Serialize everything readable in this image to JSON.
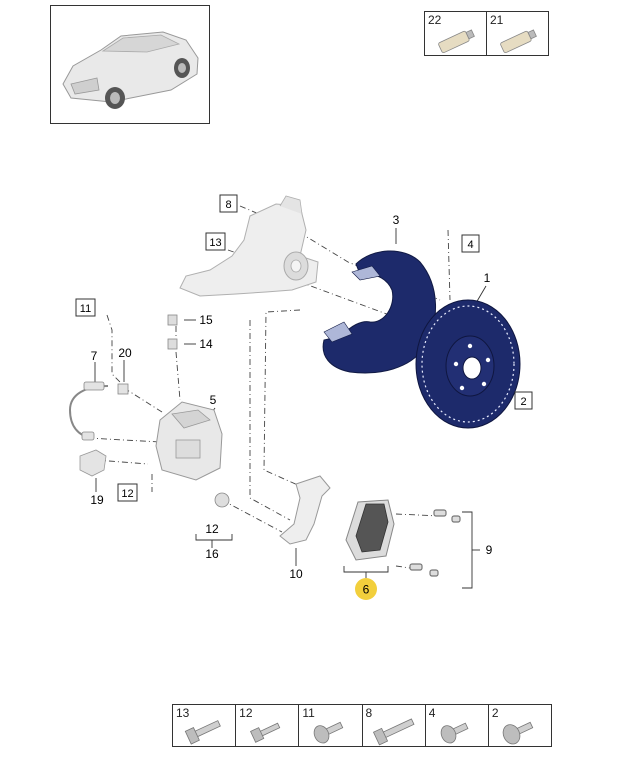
{
  "callouts": {
    "c1": "1",
    "c2": "2",
    "c3": "3",
    "c4": "4",
    "c5": "5",
    "c6": "6",
    "c7": "7",
    "c8": "8",
    "c9": "9",
    "c10": "10",
    "c11": "11",
    "c12a": "12",
    "c12b": "12",
    "c13": "13",
    "c14": "14",
    "c15": "15",
    "c16": "16",
    "c19": "19",
    "c20": "20"
  },
  "tubes": [
    {
      "num": "22"
    },
    {
      "num": "21"
    }
  ],
  "bolts": [
    {
      "num": "13"
    },
    {
      "num": "12"
    },
    {
      "num": "11"
    },
    {
      "num": "8"
    },
    {
      "num": "4"
    },
    {
      "num": "2"
    }
  ],
  "colors": {
    "highlight": "#f2cf3c",
    "part_blue": "#1d2a6b",
    "line": "#333333"
  }
}
